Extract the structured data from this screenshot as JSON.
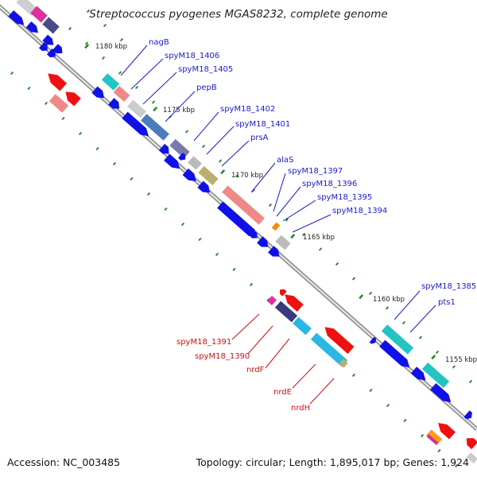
{
  "map": {
    "title": "Streptococcus pyogenes MGAS8232, complete genome",
    "accession": "Accession: NC_003485",
    "topology": "Topology: circular; Length: 1,895,017 bp; Genes: 1,924"
  },
  "colors": {
    "cds_forward": "#1010e8",
    "cds_reverse": "#ee1111",
    "backbone": "#8a8a8a",
    "tick": "#1a8a1a",
    "label_top": "#1a1acc",
    "label_bottom": "#cc1111"
  },
  "kbp_ticks": [
    "1180 kbp",
    "1175 kbp",
    "1170 kbp",
    "1165 kbp",
    "1160 kbp",
    "1155 kbp"
  ],
  "genes_top": [
    "nagB",
    "spyM18_1406",
    "spyM18_1405",
    "pepB",
    "spyM18_1402",
    "spyM18_1401",
    "prsA",
    "alaS",
    "spyM18_1397",
    "spyM18_1396",
    "spyM18_1395",
    "spyM18_1394",
    "spyM18_1385",
    "pts1"
  ],
  "genes_bottom": [
    "spyM18_1391",
    "spyM18_1390",
    "nrdF",
    "nrdE",
    "nrdH"
  ]
}
